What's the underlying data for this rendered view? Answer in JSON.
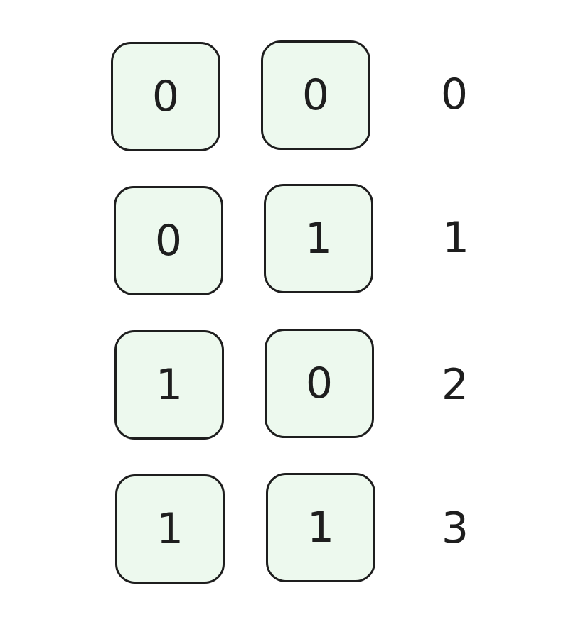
{
  "diagram": {
    "description": "2-bit binary to decimal mapping",
    "colors": {
      "box_fill": "#edf9ee",
      "stroke": "#1e1e1e",
      "text": "#1e1e1e"
    },
    "rows": [
      {
        "bits": [
          "0",
          "0"
        ],
        "decimal": "0"
      },
      {
        "bits": [
          "0",
          "1"
        ],
        "decimal": "1"
      },
      {
        "bits": [
          "1",
          "0"
        ],
        "decimal": "2"
      },
      {
        "bits": [
          "1",
          "1"
        ],
        "decimal": "3"
      }
    ]
  }
}
